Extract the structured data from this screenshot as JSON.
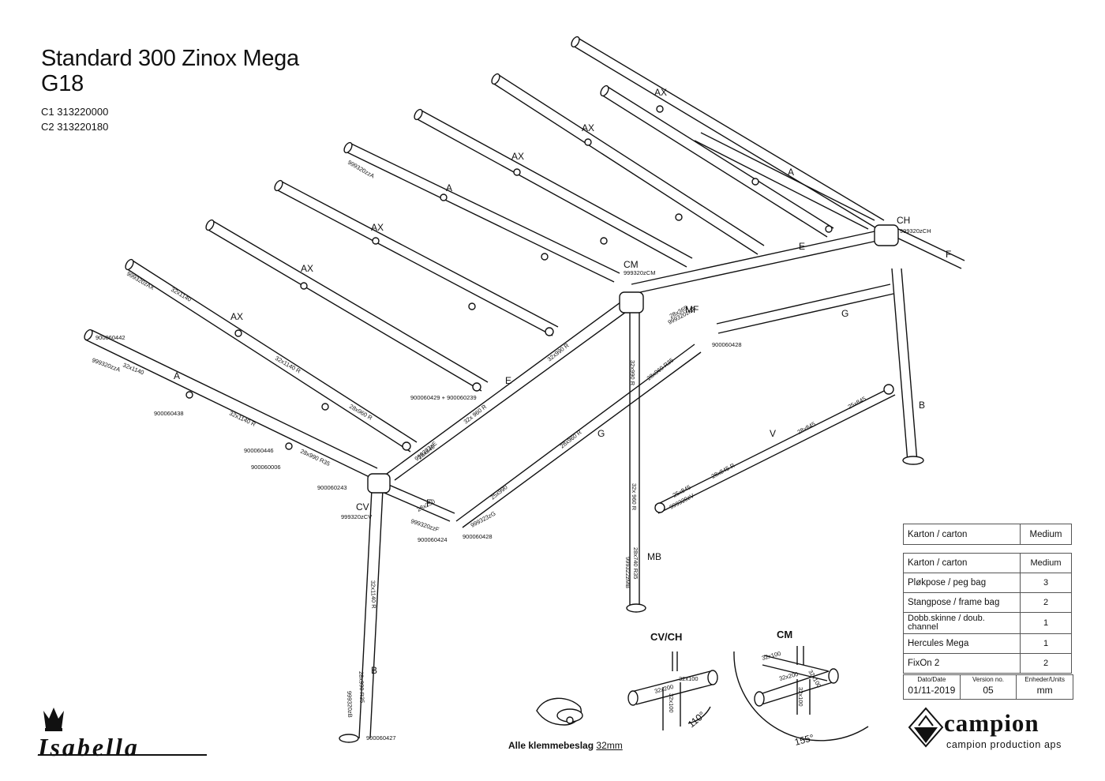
{
  "title": {
    "line1": "Standard 300 Zinox Mega",
    "line2": "G18",
    "code1": "C1 313220000",
    "code2": "C2 313220180"
  },
  "labels": {
    "ax": "AX",
    "a": "A",
    "e": "E",
    "g": "G",
    "f": "F",
    "ch": "CH",
    "cm": "CM",
    "mf": "MF",
    "cv": "CV",
    "mb": "MB",
    "b": "B",
    "v": "V"
  },
  "parts": {
    "p999320ch": "999320zCH",
    "p999320cm": "999320zCM",
    "p999320mf": "999320zMF",
    "p999320cv": "999320zCV",
    "p999320ax": "999320zAX",
    "p999320a": "999320zzA",
    "p999320a2": "999320zzA",
    "p999320e": "999323zE",
    "p999320f": "999320zzF",
    "p999320g": "999323zG",
    "p999320b": "999320zB",
    "p999322mb": "999322zMB",
    "p999320v": "999320zV",
    "p900060442": "900060442",
    "p900060438": "900060438",
    "p900060446": "900060446",
    "p900060006": "900060006",
    "p900060243": "900060243",
    "p900060424": "900060424",
    "p900060428a": "900060428",
    "p900060428b": "900060428",
    "p900060427": "900060427",
    "p900060429": "900060429 + 900060239"
  },
  "dims": {
    "d32x1140a": "32x1140",
    "d32x1140b": "32x1140",
    "d32x1140r1": "32x1140 R",
    "d32x1140r2": "32x1140 R",
    "d28x960r": "28x960 R",
    "d28x990r35": "28x990 R35",
    "d32x990r": "32x990 R",
    "d32x960r": "32x 960 R",
    "d28x840": "28x840",
    "d28x365": "28x365",
    "d28x960r35": "28x960 R35",
    "d32x990r_v": "32x990 R",
    "d28x960r_g": "28x960 R",
    "d25x990": "25x990",
    "d28x250": "28x250",
    "d32x960r_mb": "32x 960 R",
    "d28x740r35": "28x740 R35",
    "d25x845a": "25x845",
    "d28x845": "28x845",
    "d28x845r": "28x845 R",
    "d25x845b": "25x845",
    "d32x1140r_cv": "32x1140 R",
    "d28x990r35_b": "28x990 R35"
  },
  "details": {
    "cvch": "CV/CH",
    "cm": "CM",
    "a110": "110°",
    "a155": "155°",
    "cv32x200": "32x200",
    "cv32x100a": "32x100",
    "cv32x100b": "32x100",
    "cm32x100a": "32x100",
    "cm32x200": "32x200",
    "cm32x100b": "32x100",
    "cm32x100c": "32x100"
  },
  "clamp_note": {
    "text": "Alle klemmebeslag",
    "size": "32mm"
  },
  "table_top": {
    "label": "Karton / carton",
    "value": "Medium"
  },
  "table": {
    "rows": [
      {
        "label": "Karton / carton",
        "qty": "Medium"
      },
      {
        "label": "Pløkpose / peg bag",
        "qty": "3"
      },
      {
        "label": "Stangpose / frame bag",
        "qty": "2"
      },
      {
        "label": "Dobb.skinne / doub. channel",
        "qty": "1"
      },
      {
        "label": "Hercules Mega",
        "qty": "1"
      },
      {
        "label": "FixOn 2",
        "qty": "2"
      }
    ]
  },
  "footer": {
    "date_label": "Dato/Date",
    "date": "01/11-2019",
    "version_label": "Version no.",
    "version": "05",
    "unit_label": "Enheder/Units",
    "unit": "mm"
  },
  "brand": {
    "campion": "campion",
    "campion_sub": "campion production aps",
    "isabella": "Isabella"
  }
}
